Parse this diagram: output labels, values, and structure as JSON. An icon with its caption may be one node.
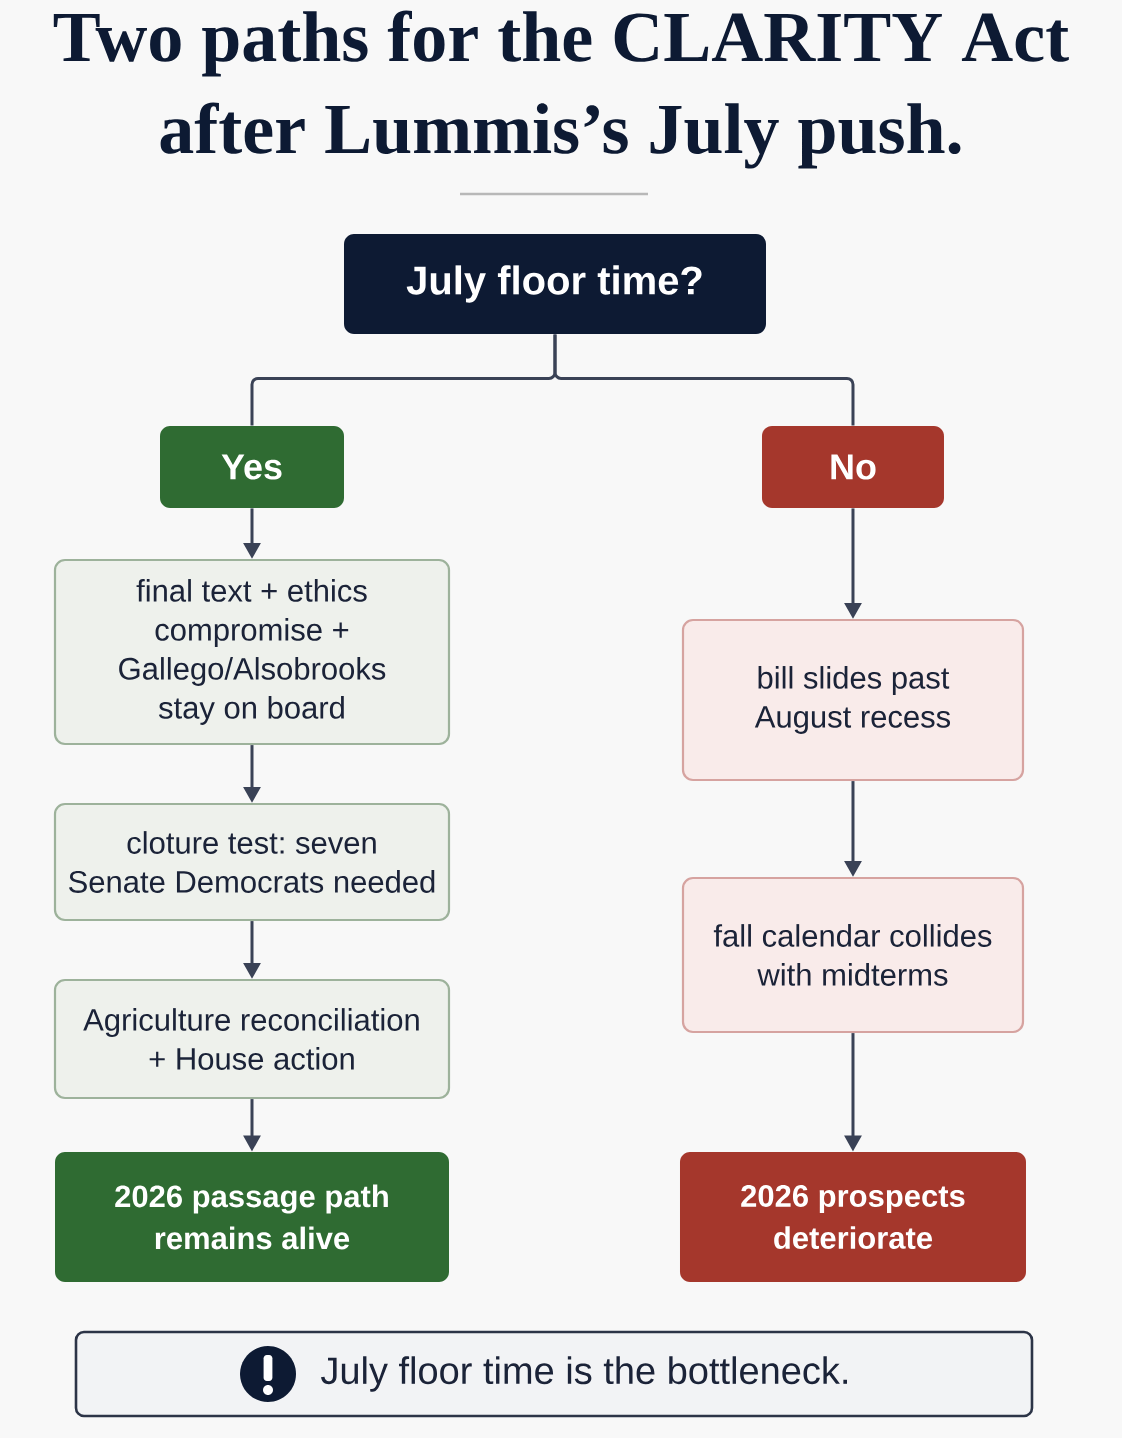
{
  "diagram": {
    "title": "Two paths for the CLARITY Act after Lummis’s July push.",
    "nodes": [
      {
        "text": [
          "July floor time?"
        ]
      },
      {
        "text": [
          "Yes"
        ]
      },
      {
        "text": [
          "No"
        ]
      },
      {
        "text": [
          "final text + ethics compromise + Gallego/Alsobrooks stay on board"
        ]
      },
      {
        "text": [
          "cloture test: seven Senate Democrats needed"
        ]
      },
      {
        "text": [
          "Agriculture reconciliation + House action"
        ]
      },
      {
        "text": [
          "2026 passage path remains alive"
        ]
      },
      {
        "text": [
          "bill slides past August recess"
        ]
      },
      {
        "text": [
          "fall calendar collides with midterms"
        ]
      },
      {
        "text": [
          "2026 prospects deteriorate"
        ]
      },
      {
        "text": [
          "July floor time is the bottleneck."
        ]
      }
    ],
    "edges": [
      {
        "from": 0,
        "to": 1,
        "arrow": "none"
      },
      {
        "from": 0,
        "to": 2,
        "arrow": "none"
      },
      {
        "from": 1,
        "to": 3,
        "arrow": "to"
      },
      {
        "from": 3,
        "to": 4,
        "arrow": "to"
      },
      {
        "from": 4,
        "to": 5,
        "arrow": "to"
      },
      {
        "from": 5,
        "to": 6,
        "arrow": "to"
      },
      {
        "from": 2,
        "to": 7,
        "arrow": "to"
      },
      {
        "from": 7,
        "to": 8,
        "arrow": "to"
      },
      {
        "from": 8,
        "to": 9,
        "arrow": "to"
      }
    ]
  }
}
